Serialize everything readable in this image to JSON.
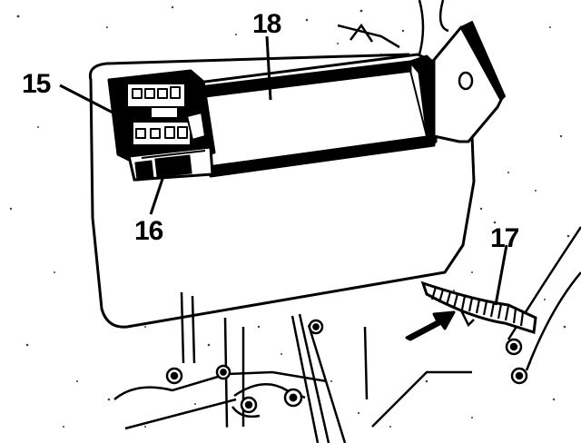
{
  "callouts": {
    "c15": "15",
    "c16": "16",
    "c17": "17",
    "c18": "18"
  },
  "colors": {
    "ink": "#000000",
    "paper": "#ffffff"
  },
  "icons": {
    "arrow": "flow-arrow-icon",
    "connector": "connector-icon",
    "bolt": "bolt-icon"
  }
}
